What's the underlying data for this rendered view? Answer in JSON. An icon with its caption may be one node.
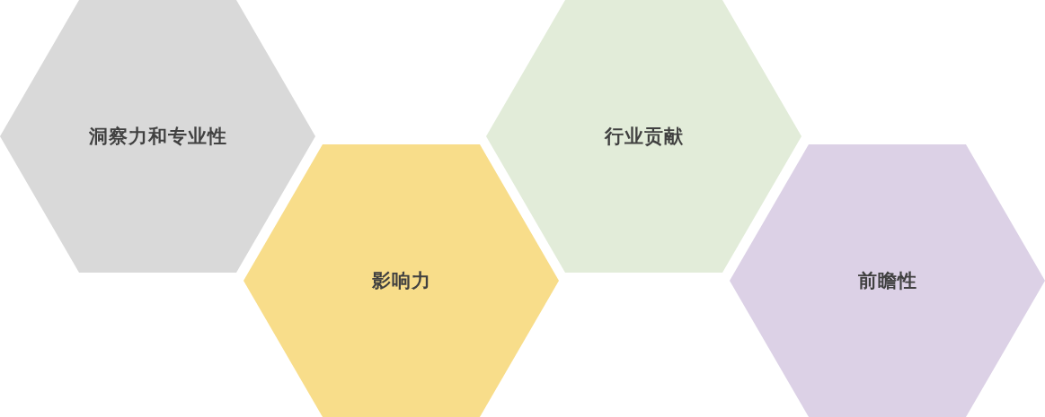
{
  "diagram": {
    "nodes": [
      {
        "text": [
          "洞察力和专业性"
        ]
      },
      {
        "text": [
          "影响力"
        ]
      },
      {
        "text": [
          "行业贡献"
        ]
      },
      {
        "text": [
          "前瞻性"
        ]
      }
    ]
  }
}
